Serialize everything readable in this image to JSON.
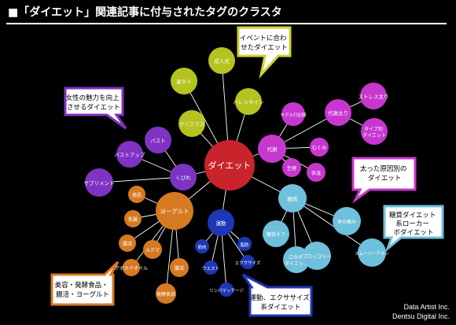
{
  "title": "■「ダイエット」関連記事に付与されたタグのクラスタ",
  "credits": [
    "Data Artist Inc.",
    "Dentsu Digital Inc."
  ],
  "colors": {
    "yellow_green": "#b5c31f",
    "purple": "#7f33c2",
    "magenta": "#c737cf",
    "red": "#c9232c",
    "orange": "#d67a22",
    "navy": "#1e37b7",
    "light_blue": "#6fc0dc"
  },
  "nodes": {
    "center": "ダイエット",
    "seijinshiki": "成人式",
    "natsu": "夏ダイ",
    "valentine": "バレンタイン",
    "christmas": "クリスマス",
    "bust": "バスト",
    "bustup": "バストアップ",
    "kubire": "くびれ",
    "supplement": "サプリメント",
    "yogurt": "ヨーグルト",
    "bihada": "美肌",
    "nyusan": "乳酸",
    "shukatsu": "腸活",
    "lactam": "ルクマ",
    "chokatsu": "腸活",
    "hakko": "発酵食品",
    "avocado": "アボカドオイル",
    "undo": "運動",
    "kinniku": "筋肉",
    "shibo": "脂肪",
    "exercise": "エクササイズ",
    "waist": "ウエスト",
    "lymph": "リンパマッサージ",
    "taisha": "代謝",
    "model": "モデル行記録",
    "taishaburi": "代謝太り",
    "stress": "ストレス太り",
    "type": "タイプ別ダイエット",
    "mukumi": "むくみ",
    "seiri": "生理",
    "taion": "体温",
    "toshitsu": "糖質",
    "karada": "体の痛み",
    "shishitsu": "糖質オフ",
    "lowcarb": "ロカボダイエット",
    "broccoli": "ブロッコリー",
    "smoothie": "スムージーチキン"
  },
  "callouts": {
    "event": "イベントに合わせたダイエット",
    "bust": "女性の魅力を向上させるダイエット",
    "cause": "太った原因別のダイエット",
    "carb": "糖質ダイエット系ローカーボダイエット",
    "beauty": "美容・発酵食品・腸活・ヨーグルト",
    "exercise": "運動、エクササイズ系ダイエット"
  }
}
